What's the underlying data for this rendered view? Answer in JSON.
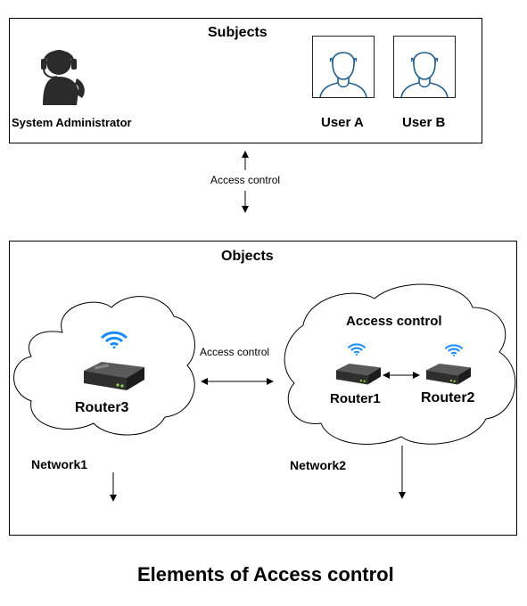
{
  "subjects": {
    "title": "Subjects",
    "admin_label": "System Administrator",
    "user_a_label": "User A",
    "user_b_label": "User B"
  },
  "links": {
    "vertical_label": "Access control",
    "middle_label": "Access control"
  },
  "objects": {
    "title": "Objects",
    "network1_label": "Network1",
    "network2_label": "Network2",
    "router3_label": "Router3",
    "router1_label": "Router1",
    "router2_label": "Router2",
    "cloud2_title": "Access control"
  },
  "caption": "Elements of Access control",
  "colors": {
    "wifi": "#1a8cff",
    "router_body": "#3a3a3a",
    "stroke": "#000000"
  },
  "icons": [
    "headset-admin-icon",
    "user-icon",
    "router-icon",
    "wifi-icon"
  ]
}
